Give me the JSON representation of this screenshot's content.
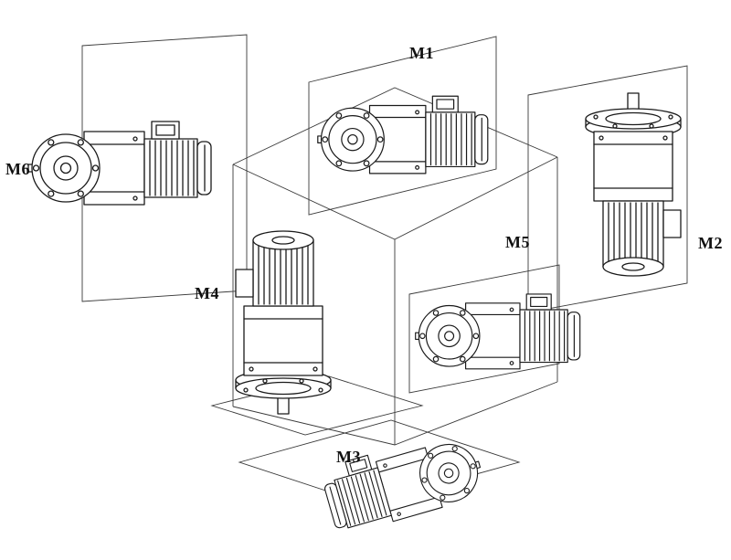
{
  "diagram": {
    "type": "gearmotor-mounting-positions",
    "background_color": "#ffffff",
    "line_color": "#1a1a1a",
    "labels": {
      "m1": "M1",
      "m2": "M2",
      "m3": "M3",
      "m4": "M4",
      "m5": "M5",
      "m6": "M6"
    }
  }
}
